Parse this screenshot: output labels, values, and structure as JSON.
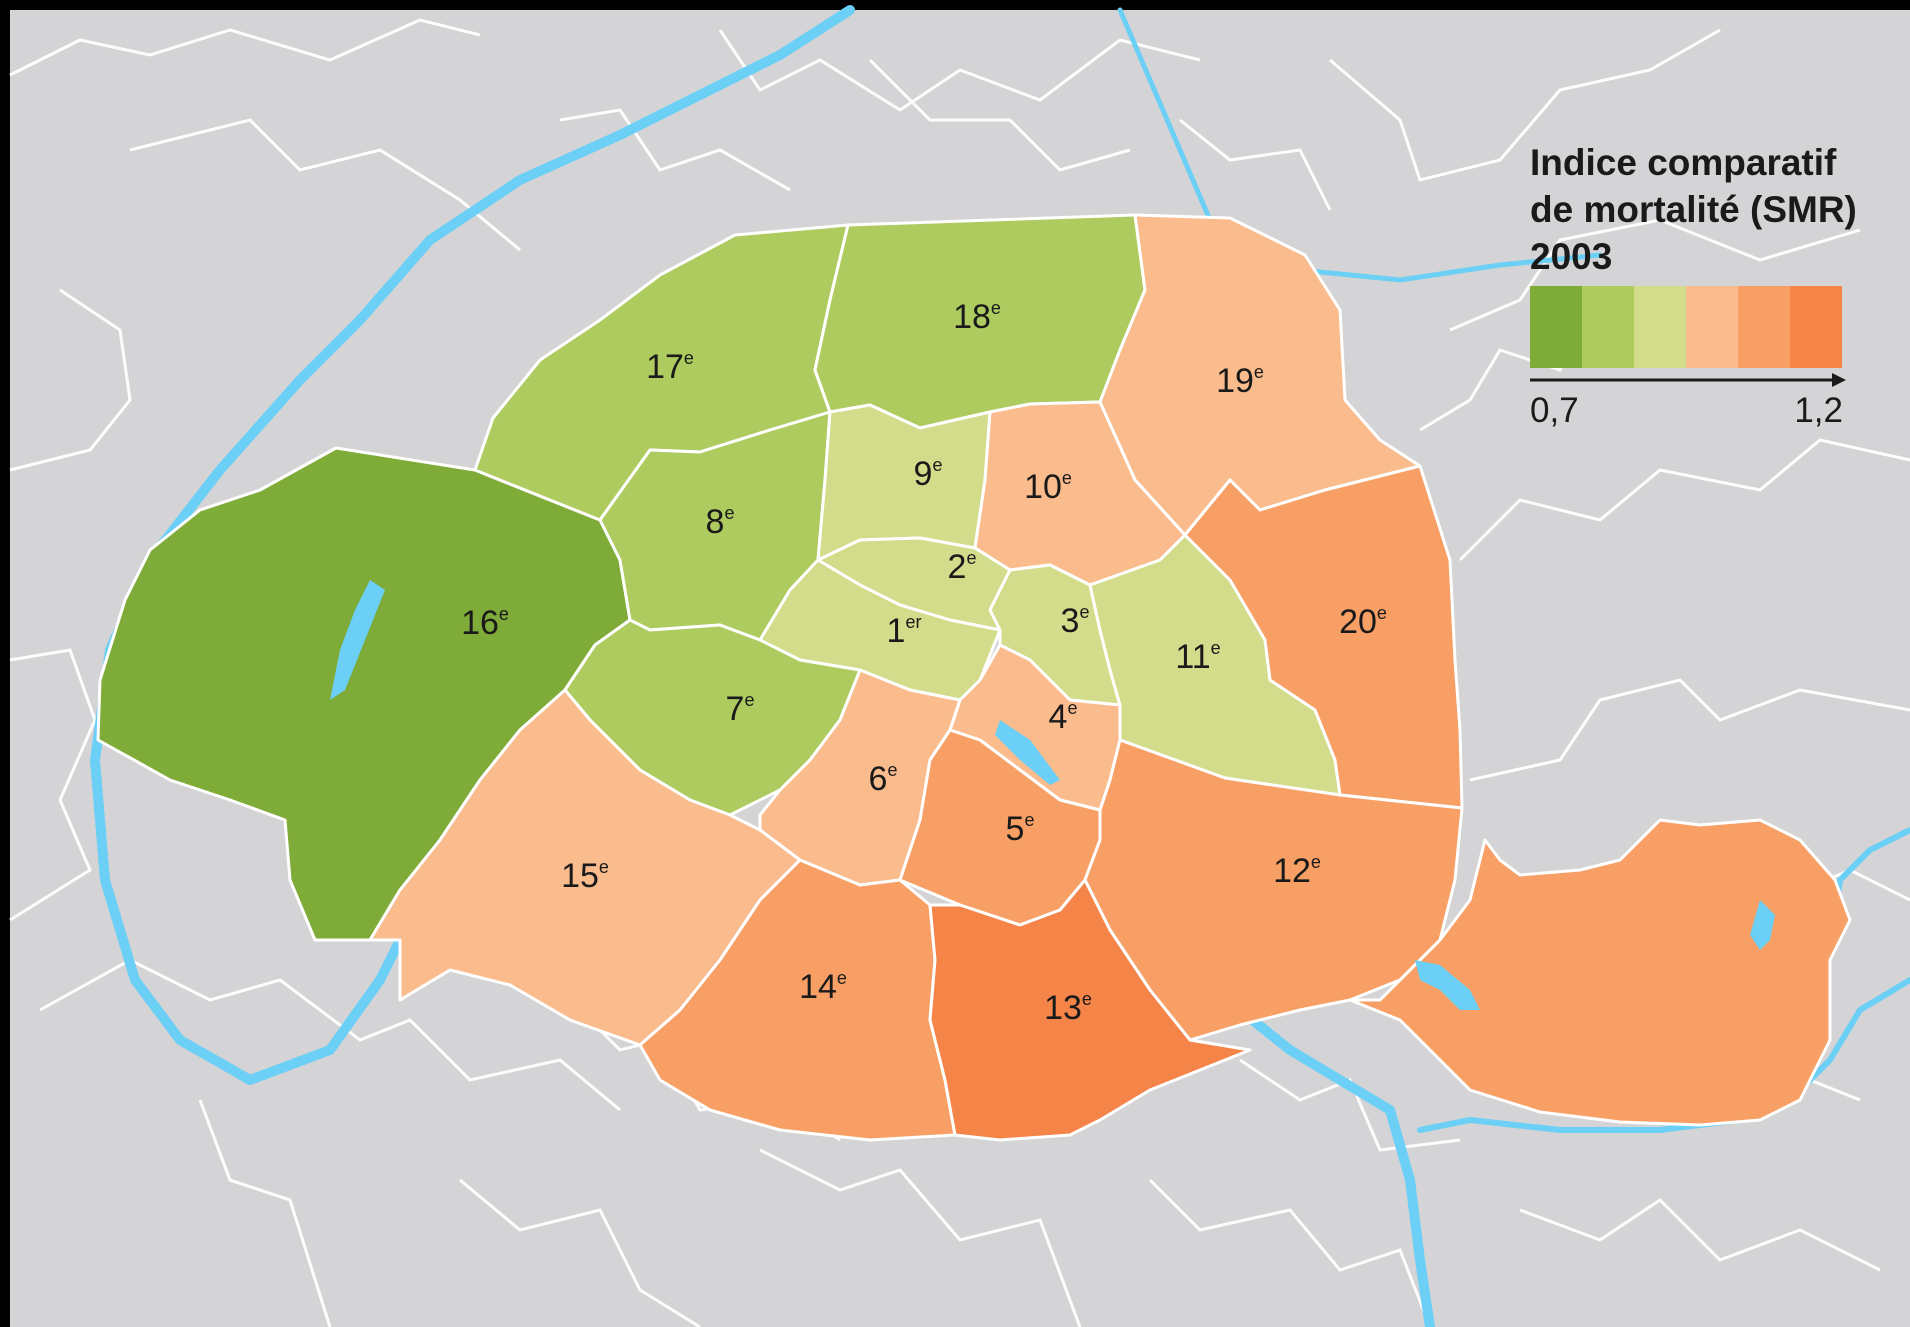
{
  "legend": {
    "title_lines": [
      "Indice comparatif",
      "de mortalité (SMR)",
      "2003"
    ],
    "min_label": "0,7",
    "max_label": "1,2",
    "classes": [
      "#7fab38",
      "#aecb60",
      "#d2dc8a",
      "#fabb8d",
      "#f79f65",
      "#f48448"
    ]
  },
  "colors": {
    "background": "#d4d4d6",
    "border": "#ffffff",
    "water": "#6ccff6",
    "frame": "#000000"
  },
  "arrondissements": [
    {
      "id": "1",
      "num": "1",
      "sup": "er",
      "class": 2
    },
    {
      "id": "2",
      "num": "2",
      "sup": "e",
      "class": 2
    },
    {
      "id": "3",
      "num": "3",
      "sup": "e",
      "class": 2
    },
    {
      "id": "4",
      "num": "4",
      "sup": "e",
      "class": 3
    },
    {
      "id": "5",
      "num": "5",
      "sup": "e",
      "class": 4
    },
    {
      "id": "6",
      "num": "6",
      "sup": "e",
      "class": 3
    },
    {
      "id": "7",
      "num": "7",
      "sup": "e",
      "class": 1
    },
    {
      "id": "8",
      "num": "8",
      "sup": "e",
      "class": 1
    },
    {
      "id": "9",
      "num": "9",
      "sup": "e",
      "class": 2
    },
    {
      "id": "10",
      "num": "10",
      "sup": "e",
      "class": 3
    },
    {
      "id": "11",
      "num": "11",
      "sup": "e",
      "class": 2
    },
    {
      "id": "12",
      "num": "12",
      "sup": "e",
      "class": 4
    },
    {
      "id": "13",
      "num": "13",
      "sup": "e",
      "class": 5
    },
    {
      "id": "14",
      "num": "14",
      "sup": "e",
      "class": 4
    },
    {
      "id": "15",
      "num": "15",
      "sup": "e",
      "class": 3
    },
    {
      "id": "16",
      "num": "16",
      "sup": "e",
      "class": 0
    },
    {
      "id": "17",
      "num": "17",
      "sup": "e",
      "class": 1
    },
    {
      "id": "18",
      "num": "18",
      "sup": "e",
      "class": 1
    },
    {
      "id": "19",
      "num": "19",
      "sup": "e",
      "class": 3
    },
    {
      "id": "20",
      "num": "20",
      "sup": "e",
      "class": 4
    },
    {
      "id": "bois-vincennes",
      "num": "",
      "sup": "",
      "class": 4
    }
  ]
}
